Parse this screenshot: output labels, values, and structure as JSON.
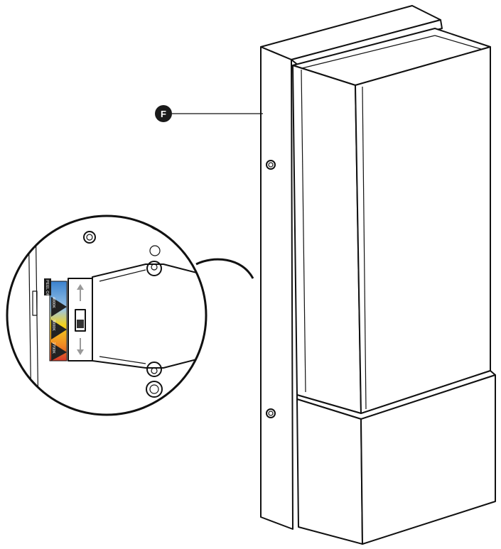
{
  "callout": {
    "letter": "F"
  },
  "switch_label": {
    "header": "PEEL OFF",
    "options": [
      "4000K",
      "3000K",
      "2700K"
    ]
  },
  "colors": {
    "line": "#111111",
    "callout_fill": "#1a1a1a",
    "strip_cool": "#2f77c5",
    "strip_neutral": "#f4d21c",
    "strip_warm": "#d7392a"
  }
}
